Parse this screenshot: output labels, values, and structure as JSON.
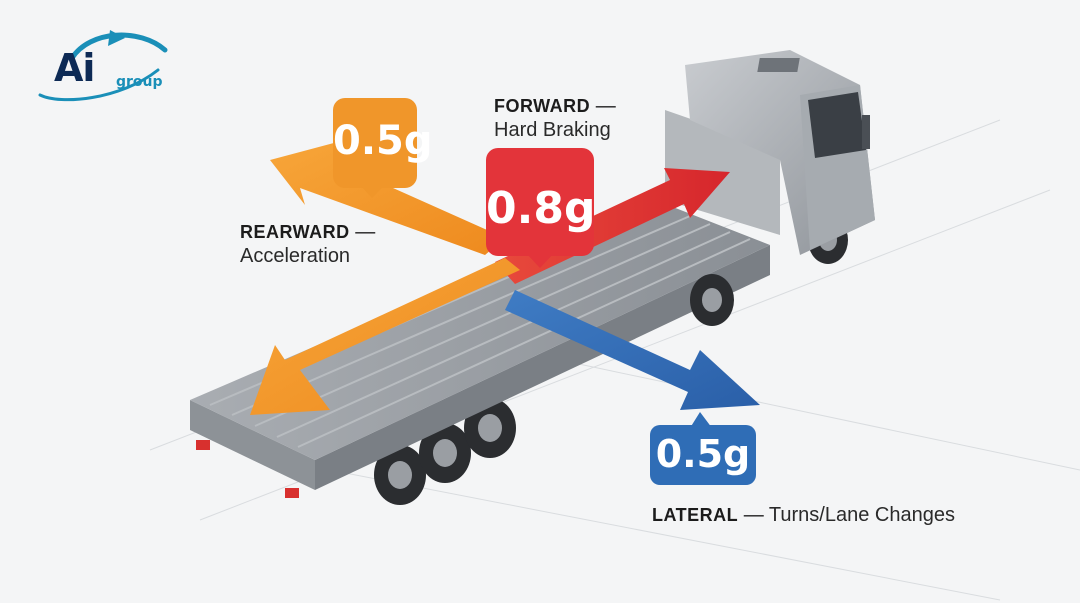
{
  "logo": {
    "mark": "Ai",
    "sub": "group",
    "icon": "arrow-swoosh-icon"
  },
  "forward": {
    "title": "FORWARD",
    "dash": "—",
    "desc": "Hard Braking",
    "value": "0.8g",
    "color": "#e3343a"
  },
  "rearward": {
    "title": "REARWARD",
    "dash": "—",
    "desc": "Acceleration",
    "value": "0.5g",
    "color": "#f0962a"
  },
  "lateral": {
    "title": "LATERAL",
    "dash": "—",
    "desc": "Turns/Lane Changes",
    "value": "0.5g",
    "color": "#2f6db6"
  },
  "vehicle": {
    "icon": "flatbed-truck-icon"
  }
}
